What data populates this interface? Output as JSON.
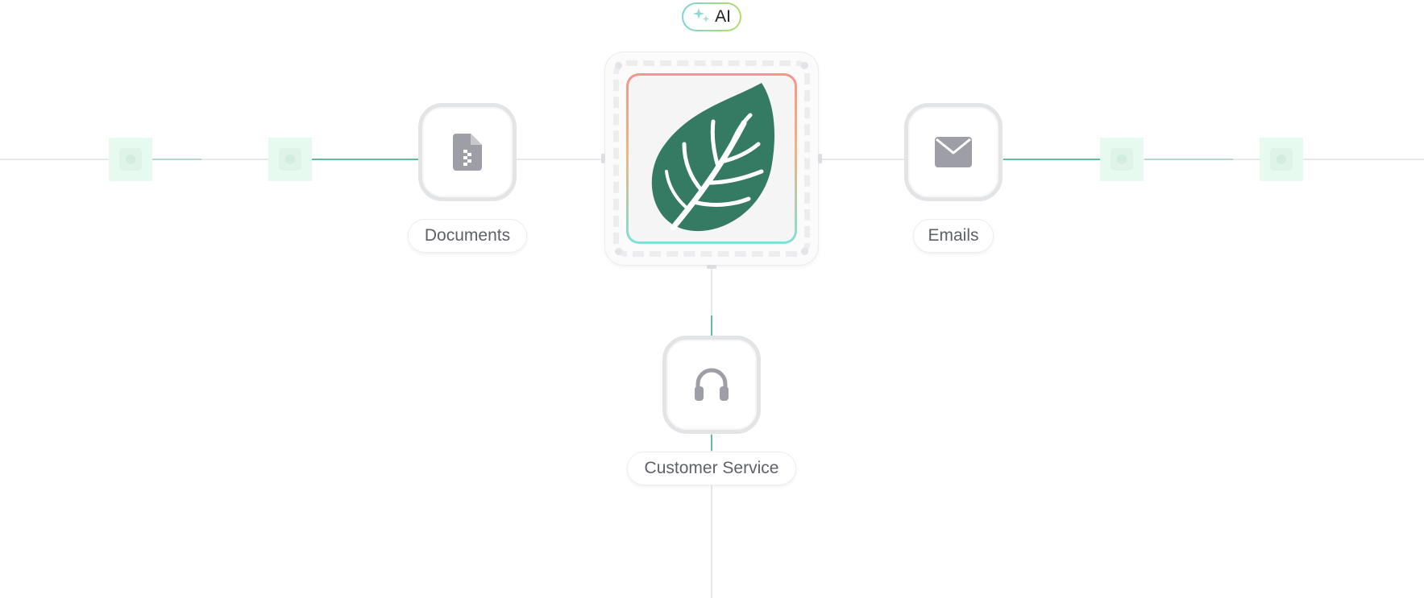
{
  "badge": {
    "label": "AI",
    "icon": "sparkle-icon"
  },
  "center": {
    "icon": "leaf-logo-icon",
    "brand_color": "#357a62"
  },
  "sources": [
    {
      "id": "documents",
      "label": "Documents",
      "icon": "document-zip-icon"
    },
    {
      "id": "emails",
      "label": "Emails",
      "icon": "envelope-icon"
    },
    {
      "id": "customer_service",
      "label": "Customer Service",
      "icon": "headphones-icon"
    }
  ],
  "colors": {
    "accent_line": "#5fbf9c",
    "node_fill": "#e7faf0",
    "icon_gray": "#9e9ea6",
    "frame_gradient_top": "#f6958a",
    "frame_gradient_bottom": "#7fe0d6"
  }
}
